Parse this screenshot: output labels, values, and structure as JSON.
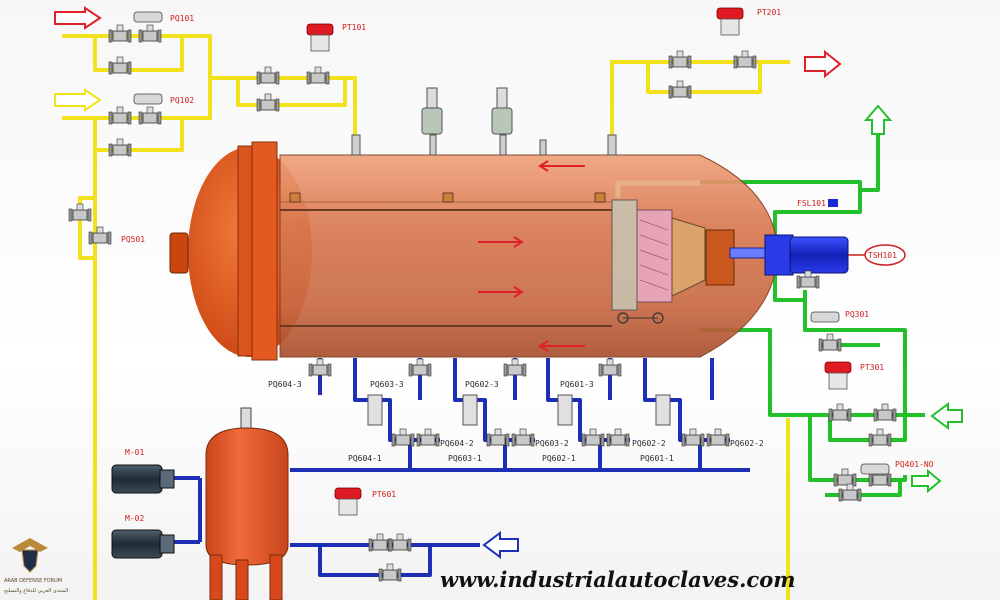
{
  "diagram": {
    "instruments": {
      "pq101": "PQ101",
      "pq102": "PQ102",
      "pt101": "PT101",
      "pt201": "PT201",
      "pq501": "PQ501",
      "fsl101": "FSL101",
      "tsh101": "TSH101",
      "pq301": "PQ301",
      "pt301": "PT301",
      "pq401": "PQ401-NO",
      "pt601": "PT601"
    },
    "valve_tags": {
      "pq604_3": "PQ604-3",
      "pq603_3": "PQ603-3",
      "pq602_3": "PQ602-3",
      "pq601_3": "PQ601-3",
      "pq604_2": "PQ604-2",
      "pq603_2": "PQ603-2",
      "pq602_2a": "PQ602-2",
      "pq602_2b": "PQ602-2",
      "pq604_1": "PQ604-1",
      "pq603_1": "PQ603-1",
      "pq602_1": "PQ602-1",
      "pq601_1": "PQ601-1"
    },
    "motors": {
      "m01": "M-01",
      "m02": "M-02"
    },
    "website": "www.industrialautoclaves.com",
    "logo": {
      "line1": "ARAB DEFENSE FORUM",
      "line2": "المنتدى العربي للدفاع والتسليح"
    }
  },
  "colors": {
    "vessel": "#d9744a",
    "head": "#e2541f",
    "yellow_pipe": "#f2e21b",
    "green_pipe": "#22c02a",
    "blue_pipe": "#1c2fb5",
    "red_arrow": "#e0202a",
    "motor_blue": "#1a2bd6",
    "tank": "#e8532a"
  }
}
